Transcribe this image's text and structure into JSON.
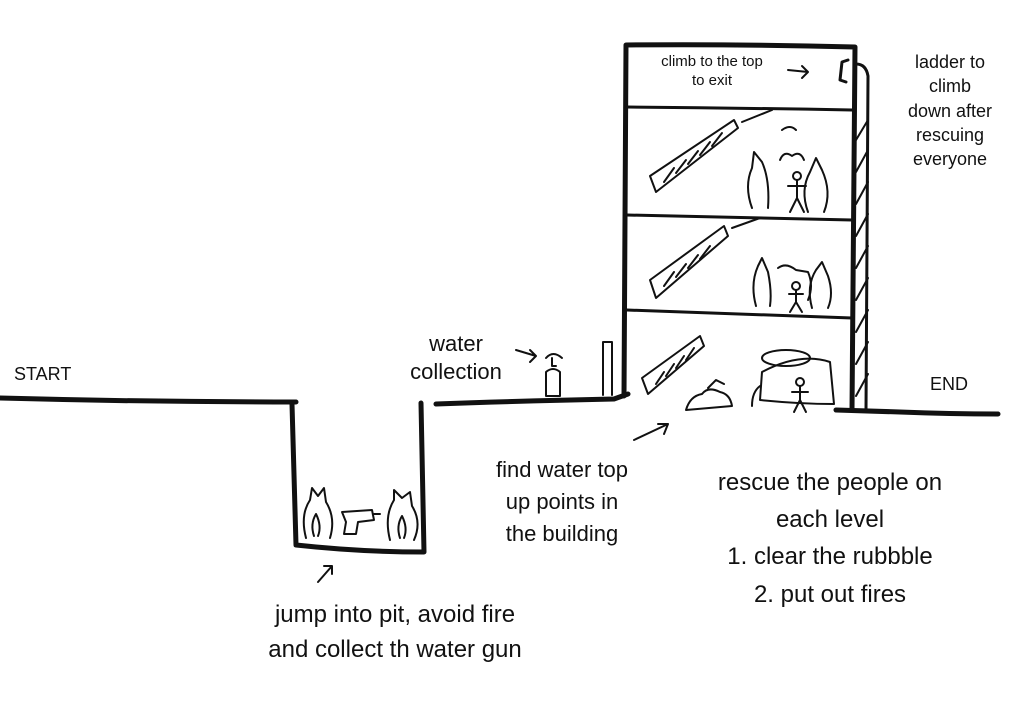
{
  "labels": {
    "start": "START",
    "end": "END",
    "water_collection": [
      "water",
      "collection"
    ],
    "climb": [
      "climb to the top",
      "to exit"
    ],
    "ladder": [
      "ladder to",
      "climb",
      "down after",
      "rescuing",
      "everyone"
    ],
    "find_water": [
      "find water top",
      "up points in",
      "the building"
    ],
    "rescue": [
      "rescue the people on",
      "each level",
      "1. clear the rubbble",
      "2. put out fires"
    ],
    "pit": [
      "jump into pit, avoid fire",
      "and collect th water gun"
    ]
  },
  "icons": {
    "water_gun": "water-gun-icon",
    "fire": "fire-icon",
    "person": "stick-figure-icon",
    "hydrant": "water-station-icon",
    "ladder": "ladder-icon",
    "staircase": "staircase-icon",
    "rubble": "rubble-icon"
  },
  "colors": {
    "ink": "#111111",
    "paper": "#ffffff"
  }
}
